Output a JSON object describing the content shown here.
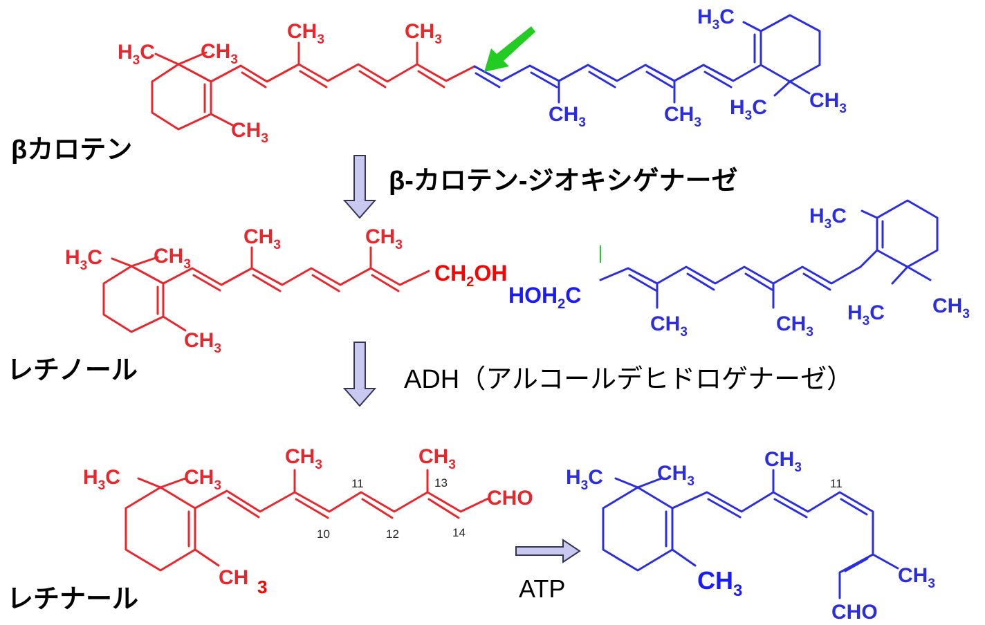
{
  "colors": {
    "red": "#e8262c",
    "blue": "#2b2ee0",
    "pureBlue": "#1a1aff",
    "pureRed": "#ff0000",
    "arrowFill": "#c8c8f0",
    "arrowStroke": "#333355",
    "green": "#22cc22",
    "black": "#000000"
  },
  "labels": {
    "beta_carotene": "βカロテン",
    "enzyme1": "β-カロテン-ジオキシゲナーゼ",
    "retinol": "レチノール",
    "enzyme2": "ADH（アルコールデヒドロゲナーゼ）",
    "retinal": "レチナール",
    "atp": "ATP"
  },
  "chem": {
    "h3c": [
      "H",
      "3",
      "C"
    ],
    "ch3": [
      "CH",
      "3"
    ],
    "ch2oh": [
      "CH",
      "2",
      "OH"
    ],
    "hoh2c": [
      "HOH",
      "2",
      "C"
    ],
    "cho": "CHO",
    "numbers": [
      "10",
      "11",
      "12",
      "13",
      "14",
      "11"
    ]
  },
  "icons": {
    "cleavage": "green-arrow-icon",
    "process": "down-arrow-icon",
    "isomerization": "right-arrow-icon"
  }
}
